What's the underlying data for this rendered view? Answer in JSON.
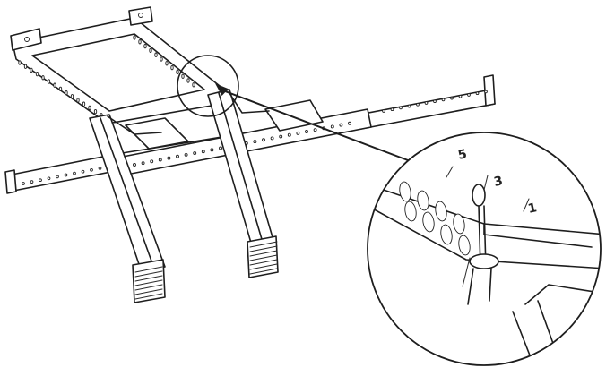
{
  "figure": {
    "detail_labels": [
      "5",
      "3",
      "1"
    ]
  },
  "colors": {
    "line": "#1e1e1e",
    "background": "#ffffff"
  }
}
